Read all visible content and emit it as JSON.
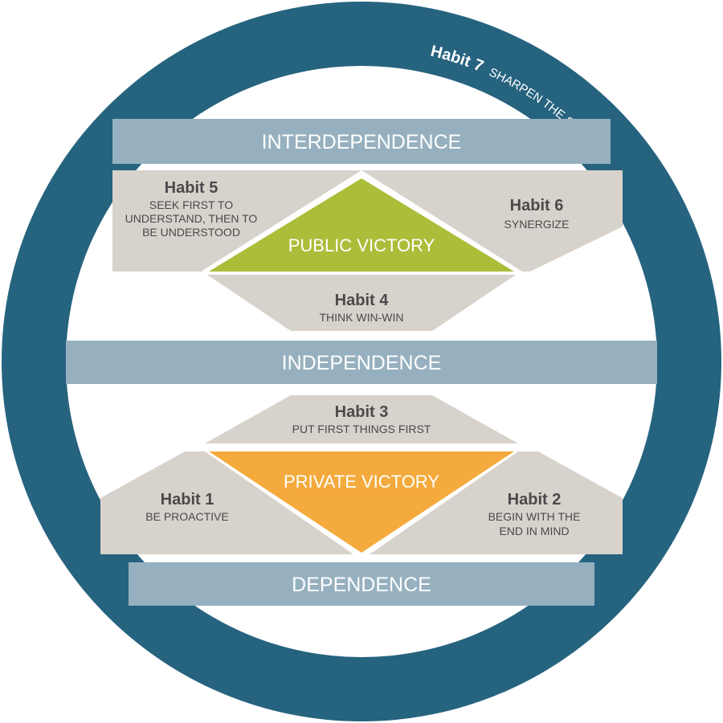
{
  "colors": {
    "ring": "#26637f",
    "band": "#96b0bf",
    "panel": "#d8d2cc",
    "public_victory": "#acbd3a",
    "private_victory": "#f4aa3c",
    "text_dark": "#4a4a4a",
    "text_light": "#ffffff"
  },
  "ring": {
    "habit7_title": "Habit 7",
    "habit7_desc": "SHARPEN THE SAW"
  },
  "bands": {
    "interdependence": "INTERDEPENDENCE",
    "independence": "INDEPENDENCE",
    "dependence": "DEPENDENCE"
  },
  "victories": {
    "public": "PUBLIC VICTORY",
    "private": "PRIVATE VICTORY"
  },
  "habits": {
    "h1": {
      "title": "Habit 1",
      "lines": [
        "BE PROACTIVE"
      ]
    },
    "h2": {
      "title": "Habit 2",
      "lines": [
        "BEGIN WITH THE",
        "END IN MIND"
      ]
    },
    "h3": {
      "title": "Habit 3",
      "lines": [
        "PUT FIRST THINGS FIRST"
      ]
    },
    "h4": {
      "title": "Habit 4",
      "lines": [
        "THINK WIN-WIN"
      ]
    },
    "h5": {
      "title": "Habit 5",
      "lines": [
        "SEEK FIRST TO",
        "UNDERSTAND, THEN TO",
        "BE UNDERSTOOD"
      ]
    },
    "h6": {
      "title": "Habit 6",
      "lines": [
        "SYNERGIZE"
      ]
    }
  }
}
